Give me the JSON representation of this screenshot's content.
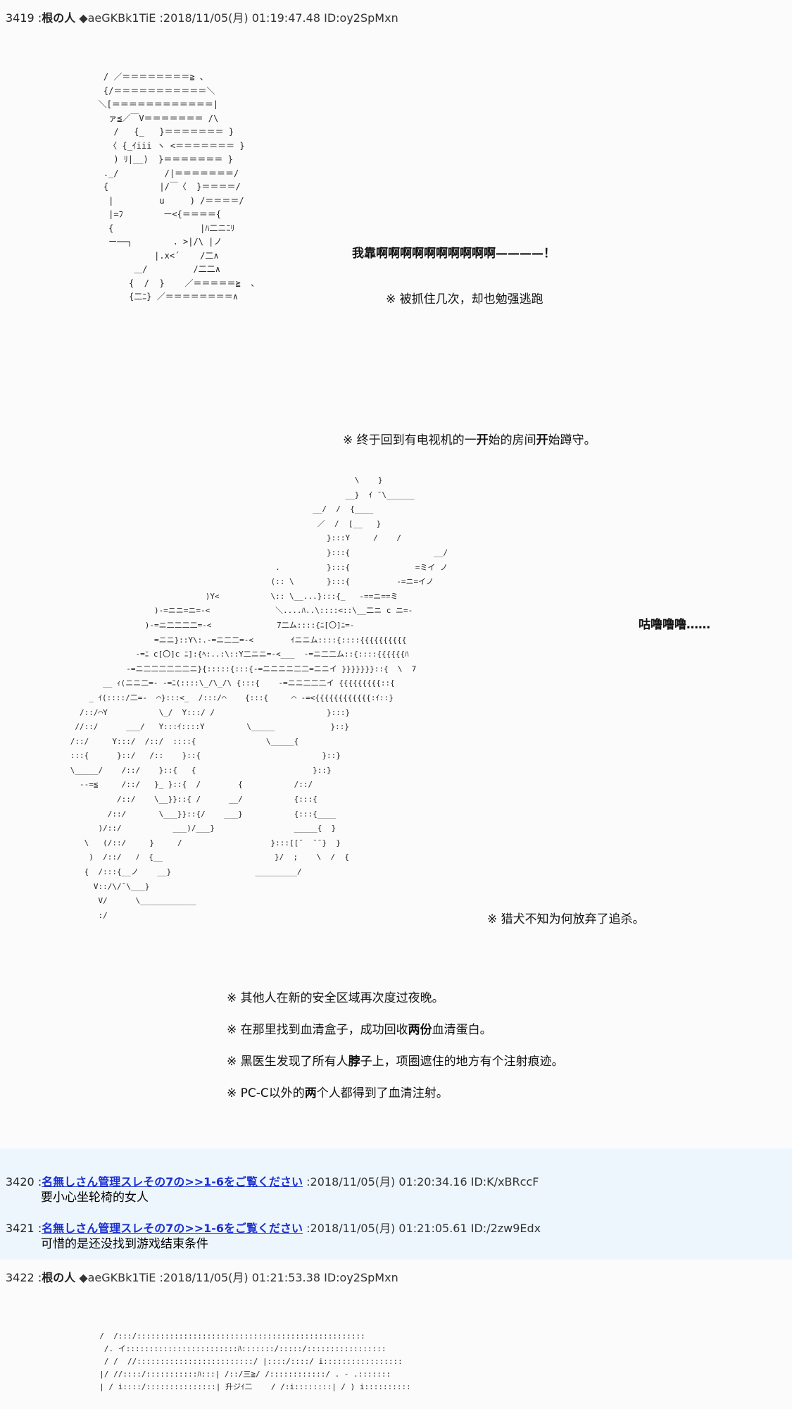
{
  "post3419": {
    "num": "3419",
    "name": "根の人",
    "trip": "◆aeGKBk1TiE",
    "datetime": "2018/11/05(月) 01:19:47.48",
    "id": "ID:oy2SpMxn",
    "aa_portrait": "    / ／＝＝＝＝＝＝＝＝≧ 、\n    {/＝＝＝＝＝＝＝＝＝＝＝＼\n   ＼[＝＝＝＝＝＝＝＝＝＝＝＝|\n     ァ≦／￣V＝＝＝＝＝＝＝ /\\\n      /   {_   }＝＝＝＝＝＝＝ }\n     〈 {_ｲiii ヽ <＝＝＝＝＝＝＝ }\n      ) ﾘ|__)  }＝＝＝＝＝＝＝ }\n    ._/         /|＝＝＝＝＝＝＝/\n    {          |/￣〈  }＝＝＝＝/\n     |         u     ) /＝＝＝＝/\n     |=ﾌ        ー<{＝＝＝＝{\n     {                 |ﾊ二ニﾆﾘ\n     ー──┐        . >|/\\ |ノ\n              |.x<´    /二∧\n          ＿/         /二二∧\n         {  /  }    ／＝＝＝＝＝≧  、\n         {二ﾆ} ／＝＝＝＝＝＝＝＝∧",
    "line1": "我靠啊啊啊啊啊啊啊啊啊啊————！",
    "line2": "※  被抓住几次，却也勉强逃跑",
    "line3_a": "※  终于回到有电视机的一",
    "line3_b": "开",
    "line3_c": "始的房间",
    "line3_d": "开",
    "line3_e": "始蹲守。",
    "aa_scene": "                                                                   \\    }\n                                                                 __}  ｲ ¯\\______\n                                                          __/  /  {____\n                                                           ／  /  [__   }\n                                                             }:::Y     /    /\n                                                             }:::{                  __/\n                                                  .          }:::{              =ミイ ノ\n                                                 (:: \\       }:::{          -=ニ=イノ\n                                   )Y<           \\:: \\__...}:::{_   -==ニ==ミ\n                        )-=ニニ=ニ=-<              ＼....ﾊ..\\::::<::\\__二ニ c ニ=-\n                      )-=ニ二二二二=-<              7二ム::::{ﾆ[〇]ﾆ=-\n                        =ニニ}::Y\\:.-=ニ二二=-<        ｲニニム::::{::::{{{{{{{{{{\n                    -=ﾆ c[〇]c ﾆ]:{ﾍ:..:\\::Y二ニニ=-<___  -=ニ二二ム::{::::{{{{{{ﾊ\n                  -=ニ二二二二二二ニ}{:::::{:::{-=ニニニニ二二=ニニイ }}}}}}}::{  \\  7\n             __ ｨ(ニニ二=- -=ﾆ(::::\\_/\\_/\\ {:::{    -=ニニ二二二イ {{{{{{{{{::{\n          _ ｲ(::::/二=-  ⌒}:::<_  /:::/⌒    {:::{     ⌒ -=<{{{{{{{{{{{{:ｲ::}\n        /::/⌒Y           \\_/  Y:::/ /                        }:::}\n       //::/      ___/   Y:::ｲ::::Y         \\_____            }::}\n      /::/     Y:::/  /::/  ::::{               \\_____{\n      :::{      }::/   /::    }::{                          }::}\n      \\_____/    /::/    }::{   {                         }::}\n        --=≦     /::/   }_ }::{  /        {           /::/\n                /::/    \\__}}::{ /      __/           {:::{\n              /::/       \\___}}::{/    ___}           {:::{____\n            )/::/           ___)/___}                 _____{  }\n         \\   (/::/     }     /                   }:::[[¯  ¯¯}  }\n          )  /::/   ﾉ  {__                        }/  ;    \\  /  {\n         {  /:::{__ノ    __}                  _________/\n           V::/\\/¯\\___}\n            V/      \\____________\n            :/",
    "line4": "咕噜噜噜……",
    "line5": "※  猎犬不知为何放弃了追杀。",
    "line6": "※  其他人在新的安全区域再次度过夜晚。",
    "line7_a": "※  在那里找到血清盒子，成功回收",
    "line7_b": "两份",
    "line7_c": "血清蛋白。",
    "line8_a": "※  黑医生发现了所有人",
    "line8_b": "脖",
    "line8_c": "子上，项圈遮住的地方有个注射痕迹。",
    "line9_a": "※  PC-C以外的",
    "line9_b": "两",
    "line9_c": "个人都得到了血清注射。"
  },
  "post3420": {
    "num": "3420",
    "name": "名無しさん管理スレその7の>>1-6をご覧ください",
    "datetime": "2018/11/05(月) 01:20:34.16",
    "id": "ID:K/xBRccF",
    "body": "要小心坐轮椅的女人"
  },
  "post3421": {
    "num": "3421",
    "name": "名無しさん管理スレその7の>>1-6をご覧ください",
    "datetime": "2018/11/05(月) 01:21:05.61",
    "id": "ID:/2zw9Edx",
    "body": "可惜的是还没找到游戏结束条件"
  },
  "post3422": {
    "num": "3422",
    "name": "根の人",
    "trip": "◆aeGKBk1TiE",
    "datetime": "2018/11/05(月) 01:21:53.38",
    "id": "ID:oy2SpMxn",
    "aa_bottom": "  /  /:::/:::::::::::::::::::::::::::::::::::::::::::::::::\n   /. イ::::::::::::::::::::::::ﾊ:::::::/:::::/:::::::::::::::::\n   / /  //:::::::::::::::::::::::::/ |::::/::::/ i:::::::::::::::::\n  |/ //::::/:::::::::::ﾊ:::| /::/三≧/ /::::::::::::/ . - .:::::::\n  | / i::::/:::::::::::::::| 升ジｲ二    / /:i::::::::| / ) i::::::::::"
  }
}
